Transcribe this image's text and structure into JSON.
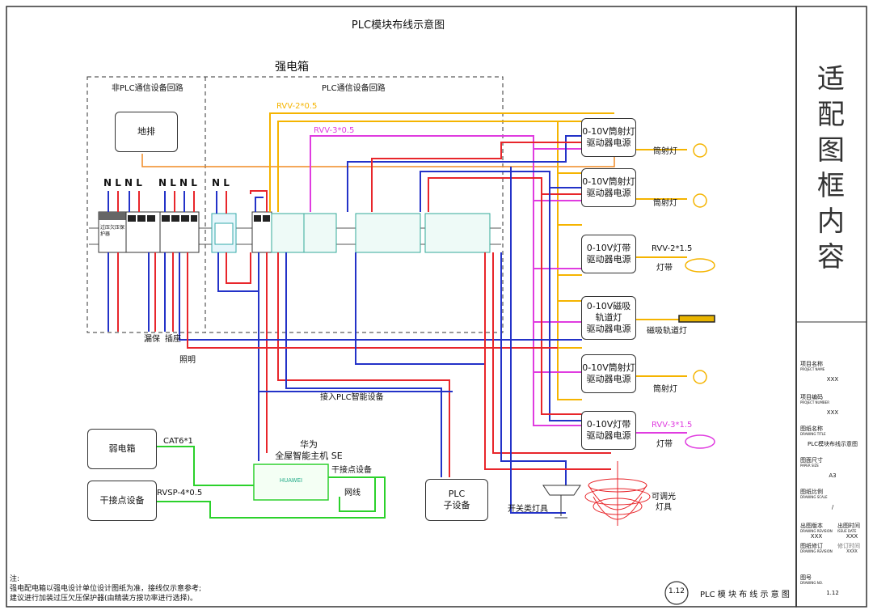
{
  "page_title": "PLC模块布线示意图",
  "strong_box": {
    "title": "强电箱",
    "section_non_plc": "非PLC通信设备回路",
    "section_plc": "PLC通信设备回路",
    "ground_box": "地排",
    "breaker_labels": [
      "N L N L",
      "N L N L",
      "N L"
    ],
    "protector_label": "过压欠压保护器",
    "bottom_labels": {
      "leak": "漏保",
      "socket": "插座",
      "lighting": "照明"
    }
  },
  "cables": {
    "rvv_2_05": "RVV-2*0.5",
    "rvv_3_05": "RVV-3*0.5",
    "rvv_2_15": "RVV-2*1.5",
    "rvv_3_15": "RVV-3*1.5",
    "cat6": "CAT6*1",
    "rvsp": "RVSP-4*0.5",
    "net": "网线",
    "dry_contact_device": "干接点设备"
  },
  "drivers": [
    {
      "line1": "0-10V筒射灯",
      "line2": "驱动器电源",
      "load": "筒射灯"
    },
    {
      "line1": "0-10V筒射灯",
      "line2": "驱动器电源",
      "load": "筒射灯"
    },
    {
      "line1": "0-10V灯带",
      "line2": "驱动器电源",
      "load": "灯带"
    },
    {
      "line1": "0-10V磁吸",
      "line2": "轨道灯",
      "line3": "驱动器电源",
      "load": "磁吸轨道灯"
    },
    {
      "line1": "0-10V筒射灯",
      "line2": "驱动器电源",
      "load": "筒射灯"
    },
    {
      "line1": "0-10V灯带",
      "line2": "驱动器电源",
      "load": "灯带"
    }
  ],
  "plc_access_label": "接入PLC智能设备",
  "weak_box": "弱电箱",
  "dry_contact_box": "干接点设备",
  "host": {
    "line1": "华为",
    "line2": "全屋智能主机 SE",
    "brand": "HUAWEI"
  },
  "plc_sub": {
    "line1": "PLC",
    "line2": "子设备"
  },
  "switch_lamp": "开关类灯具",
  "dimmable_lamp": {
    "line1": "可调光",
    "line2": "灯具"
  },
  "notes": {
    "title": "注:",
    "line1": "强电配电箱以强电设计单位设计图纸为准，接线仅示意参考;",
    "line2": "建议进行加装过压欠压保护器(由精装方按功率进行选择)。"
  },
  "sheet_badge": "1.12",
  "sheet_caption": "PLC 模 块 布 线 示 意 图",
  "title_block": {
    "vertical_title": [
      "适",
      "配",
      "图",
      "框",
      "内",
      "容"
    ],
    "project_name_label": "项目名称",
    "project_name_en": "PROJECT NAME",
    "project_name_value": "XXX",
    "project_no_label": "项目编码",
    "project_no_en": "PROJECT NUMBER",
    "project_no_value": "XXX",
    "drawing_title_label": "图纸名称",
    "drawing_title_en": "DRAWING TITLE",
    "drawing_title_value": "PLC模块布线示意图",
    "paper_label": "图面尺寸",
    "paper_en": "PAPER SIZE",
    "paper_value": "A3",
    "scale_label": "图纸比例",
    "scale_en": "DRAWING SCALE",
    "scale_value": "/",
    "rev_label": "出图版本",
    "rev_en": "DRAWING REVISION",
    "rev_value": "XXX",
    "date_label": "出图时间",
    "date_en": "ISSUE DATE",
    "date_value": "XXX",
    "mod_label": "图纸修订",
    "mod_en": "DRAWING REVISION",
    "mod_time_label": "修订时间",
    "mod_value": "XXXX",
    "no_label": "图号",
    "no_en": "DRAWING NO.",
    "no_value": "1.12"
  },
  "colors": {
    "red": "#e8262b",
    "blue": "#2332c8",
    "orange": "#f5b400",
    "magenta": "#e03ce0",
    "green": "#2bd12b",
    "frame": "#333333"
  }
}
